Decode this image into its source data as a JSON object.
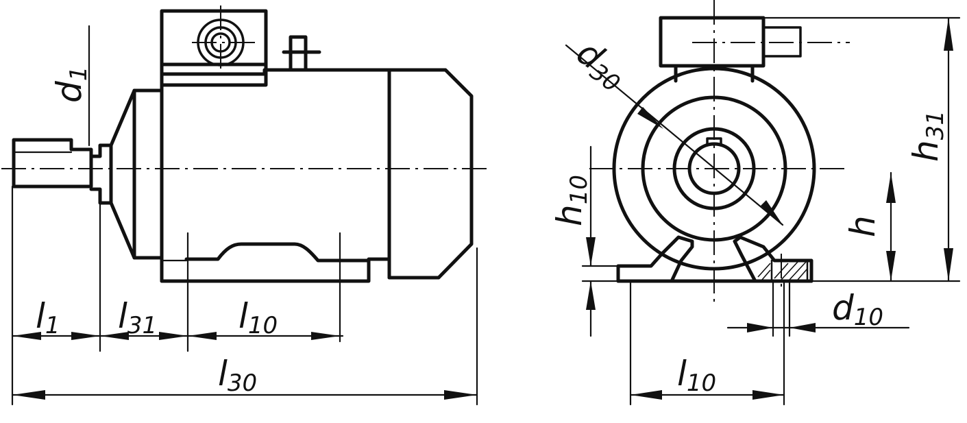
{
  "labels": {
    "d1": "d1",
    "l1": "l1",
    "l31": "l31",
    "l10_side": "l10",
    "l30": "l30",
    "d30": "d30",
    "h10": "h10",
    "h": "h",
    "h31": "h31",
    "d10": "d10",
    "l10_front": "l10"
  }
}
